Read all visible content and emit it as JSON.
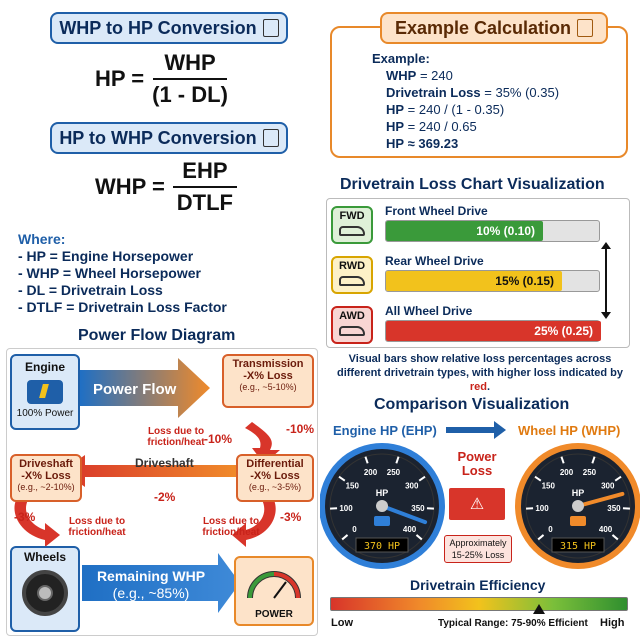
{
  "whp_to_hp": {
    "title": "WHP to HP Conversion",
    "lhs": "HP =",
    "num": "WHP",
    "den": "(1 - DL)"
  },
  "hp_to_whp": {
    "title": "HP to WHP Conversion",
    "lhs": "WHP =",
    "num": "EHP",
    "den": "DTLF"
  },
  "where": {
    "title": "Where:",
    "items": [
      "- HP = Engine Horsepower",
      "- WHP = Wheel Horsepower",
      "- DL = Drivetrain Loss",
      "- DTLF = Drivetrain Loss Factor"
    ]
  },
  "example": {
    "title": "Example Calculation",
    "head": "Example:",
    "lines": [
      {
        "k": "WHP",
        "v": " = 240"
      },
      {
        "k": "Drivetrain Loss",
        "v": " = 35% (0.35)"
      },
      {
        "k": "HP",
        "v": " = 240 / (1 - 0.35)"
      },
      {
        "k": "HP",
        "v": " = 240 / 0.65"
      },
      {
        "k": "HP",
        "v": " ≈ 369.23"
      }
    ]
  },
  "loss_chart": {
    "title": "Drivetrain Loss Chart Visualization",
    "rows": [
      {
        "badge": "FWD",
        "name": "Front Wheel Drive",
        "value": "10% (0.10)",
        "fraction": 0.1,
        "color": "#3a9a3a",
        "badge_bg": "#dff0d8",
        "badge_border": "#3a9a3a"
      },
      {
        "badge": "RWD",
        "name": "Rear Wheel Drive",
        "value": "15% (0.15)",
        "fraction": 0.15,
        "color": "#f2c21c",
        "badge_bg": "#fdf1c7",
        "badge_border": "#d8a500"
      },
      {
        "badge": "AWD",
        "name": "All Wheel Drive",
        "value": "25% (0.25)",
        "fraction": 0.25,
        "color": "#d8352a",
        "badge_bg": "#f8d6d3",
        "badge_border": "#c8231a"
      }
    ],
    "note1": "Visual bars show relative loss percentages across",
    "note2a": "different drivetrain types, with higher loss indicated by ",
    "note2b": "red",
    "note2c": "."
  },
  "flow": {
    "title": "Power Flow Diagram",
    "engine": "Engine",
    "engine_pct": "100% Power",
    "power_flow": "Power Flow",
    "transmission": "Transmission",
    "trans_loss": "-X% Loss",
    "trans_eg": "(e.g., ~5-10%)",
    "loss_text": "Loss due to friction/heat",
    "minus10a": "-10%",
    "minus10b": "-10%",
    "driveshaft_label": "Driveshaft",
    "driveshaft": "Driveshaft",
    "drive_loss": "-X% Loss",
    "drive_eg": "(e.g., ~2-10%)",
    "differential": "Differential",
    "diff_loss": "-X% Loss",
    "diff_eg": "(e.g., ~3-5%)",
    "minus2": "-2%",
    "minus3a": "-3%",
    "minus3b": "-3%",
    "loss_text2": "Loss due to friction/heat",
    "loss_text3": "Loss due to friction/heat",
    "wheels": "Wheels",
    "remaining": "Remaining WHP",
    "remaining_eg": "(e.g., ~85%)",
    "power": "POWER"
  },
  "comparison": {
    "title": "Comparison Visualization",
    "engine_hp": "Engine HP (EHP)",
    "wheel_hp": "Wheel HP (WHP)",
    "power_loss": "Power Loss",
    "approx": "Approximately 15-25% Loss",
    "gauge_ticks": [
      "0",
      "100",
      "150",
      "200",
      "250",
      "300",
      "350",
      "400"
    ],
    "gauge_unit": "HP",
    "engine_readout": "370 HP",
    "wheel_readout": "315 HP"
  },
  "efficiency": {
    "title": "Drivetrain Efficiency",
    "low": "Low",
    "high": "High",
    "typical": "Typical Range: 75-90% Efficient"
  }
}
